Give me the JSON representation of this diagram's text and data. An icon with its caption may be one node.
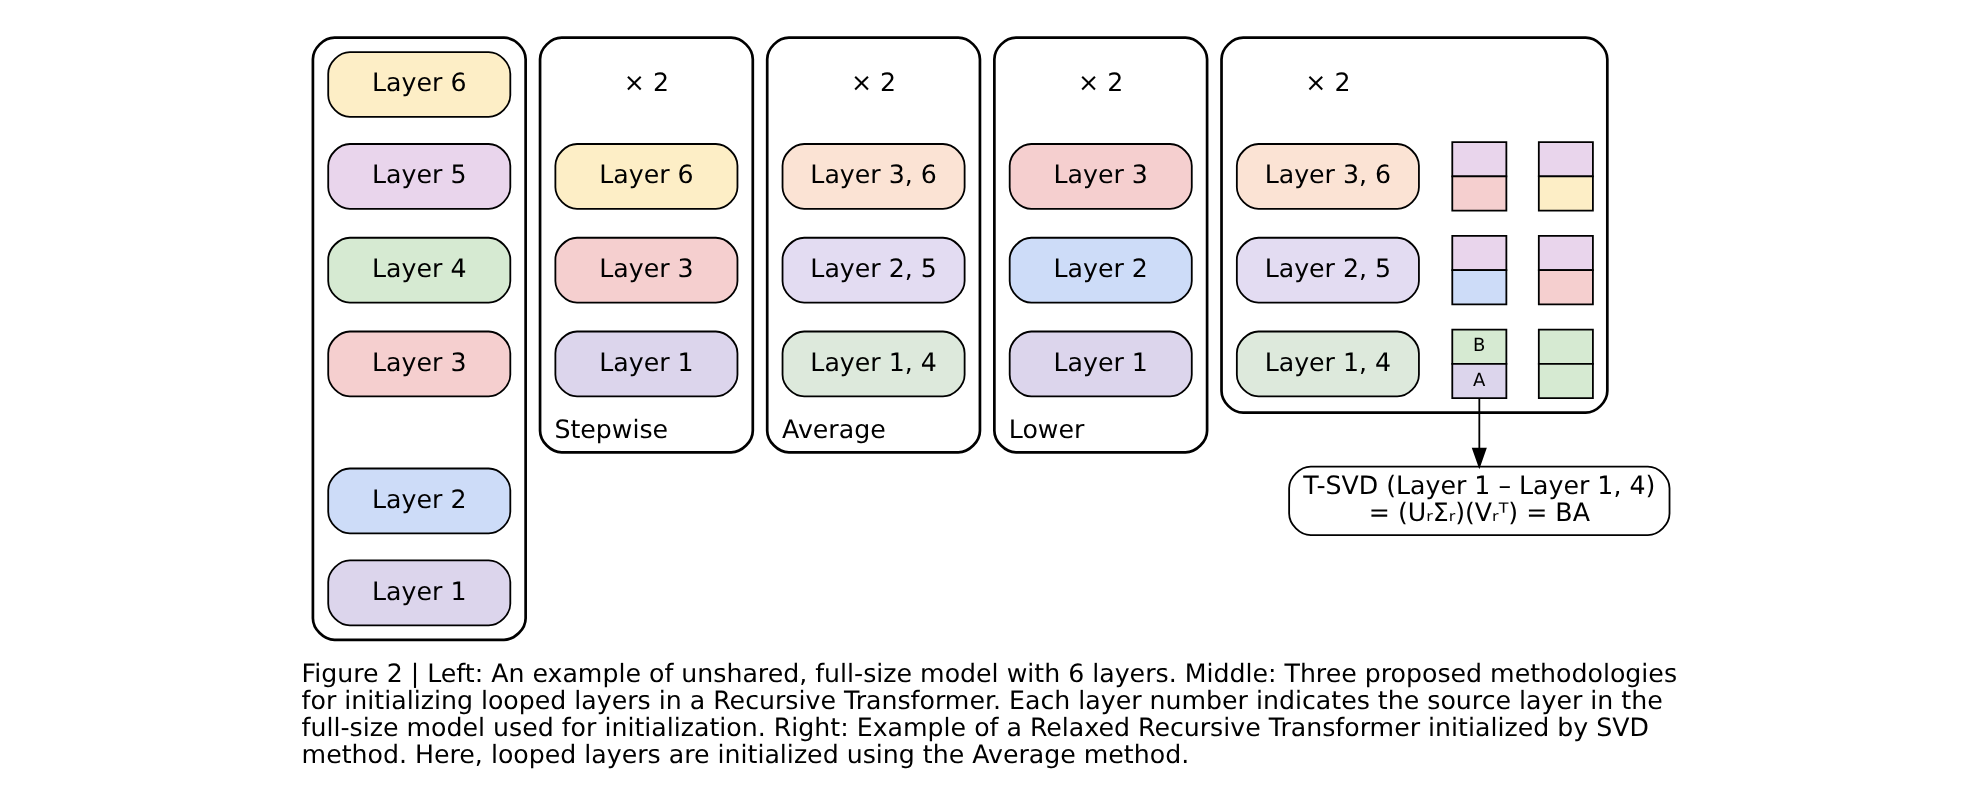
{
  "diagram": {
    "caption": "Figure 2 | Left: An example of unshared, full-size model with 6 layers. Middle: Three proposed methodologies for initializing looped layers in a Recursive Transformer. Each layer number indicates the source layer in the full-size model used for initialization. Right: Example of a Relaxed Recursive Transformer initialized by SVD method. Here, looped layers are initialized using the Average method.",
    "nodes": [
      {
        "text": [],
        "shape": "box"
      },
      {
        "text": [
          "Layer 6"
        ],
        "in": 0
      },
      {
        "text": [
          "Layer 5"
        ],
        "in": 0
      },
      {
        "text": [
          "Layer 4"
        ],
        "in": 0
      },
      {
        "text": [
          "Layer 3"
        ],
        "in": 0
      },
      {
        "text": [
          "Layer 2"
        ],
        "in": 0
      },
      {
        "text": [
          "Layer 1"
        ],
        "in": 0
      },
      {
        "text": [
          "Stepwise"
        ],
        "beside": [
          "× 2"
        ]
      },
      {
        "text": [
          "Layer 6"
        ],
        "in": 7
      },
      {
        "text": [
          "Layer 3"
        ],
        "in": 7
      },
      {
        "text": [
          "Layer 1"
        ],
        "in": 7
      },
      {
        "text": [
          "Average"
        ],
        "beside": [
          "× 2"
        ]
      },
      {
        "text": [
          "Layer 3, 6"
        ],
        "in": 11
      },
      {
        "text": [
          "Layer 2, 5"
        ],
        "in": 11
      },
      {
        "text": [
          "Layer 1, 4"
        ],
        "in": 11
      },
      {
        "text": [
          "Lower"
        ],
        "beside": [
          "× 2"
        ]
      },
      {
        "text": [
          "Layer 3"
        ],
        "in": 15
      },
      {
        "text": [
          "Layer 2"
        ],
        "in": 15
      },
      {
        "text": [
          "Layer 1"
        ],
        "in": 15
      },
      {
        "text": [],
        "shape": "box",
        "beside": [
          "× 2"
        ]
      },
      {
        "text": [
          "Layer 3, 6"
        ],
        "in": 19
      },
      {
        "text": [
          "Layer 2, 5"
        ],
        "in": 19
      },
      {
        "text": [
          "Layer 1, 4"
        ],
        "in": 19
      },
      {
        "text": [],
        "shape": "hourglass",
        "in": 19
      },
      {
        "text": [],
        "shape": "hourglass",
        "in": 19
      },
      {
        "text": [],
        "shape": "hourglass",
        "in": 19
      },
      {
        "text": [],
        "shape": "hourglass",
        "in": 19
      },
      {
        "text": [
          "B",
          "A"
        ],
        "in": 19
      },
      {
        "text": [],
        "shape": "hourglass",
        "in": 19
      },
      {
        "text": [
          "T-SVD (Layer 1 – Layer 1, 4)",
          "= (UᵣΣᵣ)(Vᵣᵀ) = BA"
        ]
      }
    ],
    "edges": [
      {
        "from": 27,
        "to": 29,
        "arrow": "to"
      }
    ]
  }
}
